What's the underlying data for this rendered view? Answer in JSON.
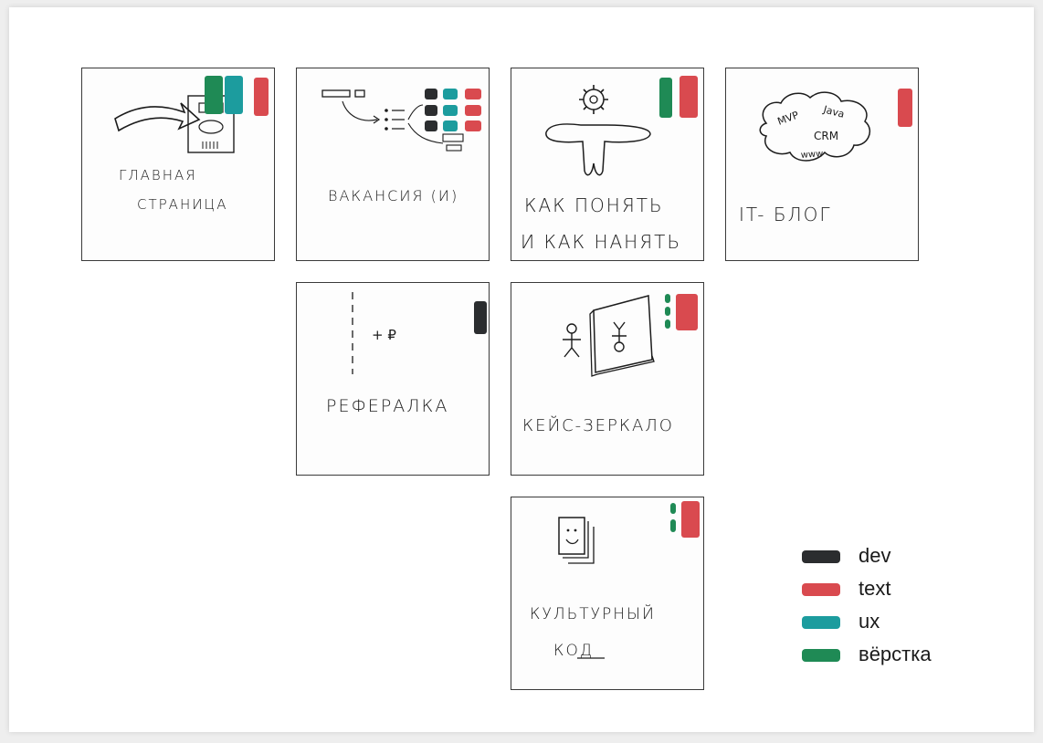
{
  "colors": {
    "dev": "#2b2d2f",
    "text": "#d94a4f",
    "ux": "#1c9c9e",
    "verstka": "#1f8a55"
  },
  "cards": [
    {
      "label_lines": [
        "ГЛАВНАЯ",
        "СТРАНИЦА"
      ],
      "markers": [
        "verstka",
        "ux",
        "text"
      ]
    },
    {
      "label_lines": [
        "ВАКАНСИЯ (И)"
      ],
      "markers": [
        "dev",
        "ux",
        "text"
      ]
    },
    {
      "label_lines": [
        "КАК ПОНЯТЬ",
        "И КАК НАНЯТЬ"
      ],
      "markers": [
        "verstka",
        "text"
      ]
    },
    {
      "label_lines": [
        "IT- БЛОГ"
      ],
      "markers": [
        "text"
      ],
      "sketch_words": [
        "MVP",
        "Java",
        "CRM",
        "www"
      ]
    },
    {
      "label_lines": [
        "РЕФЕРАЛКА"
      ],
      "markers": [
        "dev"
      ],
      "sketch_words": [
        "+ ₽"
      ]
    },
    {
      "label_lines": [
        "КЕЙС-ЗЕРКАЛО"
      ],
      "markers": [
        "verstka",
        "text"
      ]
    },
    {
      "label_lines": [
        "КУЛЬТУРНЫЙ",
        "КОД"
      ],
      "markers": [
        "verstka",
        "text"
      ]
    }
  ],
  "legend": [
    {
      "key": "dev",
      "label": "dev",
      "color": "#2b2d2f"
    },
    {
      "key": "text",
      "label": "text",
      "color": "#d94a4f"
    },
    {
      "key": "ux",
      "label": "ux",
      "color": "#1c9c9e"
    },
    {
      "key": "verstka",
      "label": "вёрстка",
      "color": "#1f8a55"
    }
  ]
}
